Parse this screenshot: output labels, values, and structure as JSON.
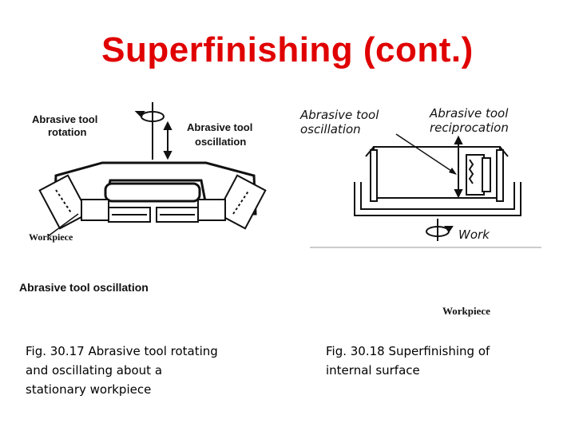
{
  "slide": {
    "title": "Superfinishing (cont.)"
  },
  "figure_left": {
    "label_rotation_line1": "Abrasive tool",
    "label_rotation_line2": "rotation",
    "label_oscillation_line1": "Abrasive tool",
    "label_oscillation_line2": "oscillation",
    "label_workpiece": "Workpiece",
    "label_subtitle": "Abrasive tool oscillation",
    "caption_line1": "Fig. 30.17 Abrasive tool rotating",
    "caption_line2": "and oscillating about a",
    "caption_line3": "stationary workpiece"
  },
  "figure_right": {
    "label_oscillation_line1": "Abrasive tool",
    "label_oscillation_line2": "oscillation",
    "label_reciprocation_line1": "Abrasive tool",
    "label_reciprocation_line2": "reciprocation",
    "label_work": "Work",
    "label_workpiece": "Workpiece",
    "caption_line1": "Fig. 30.18 Superfinishing of",
    "caption_line2": "internal surface"
  }
}
